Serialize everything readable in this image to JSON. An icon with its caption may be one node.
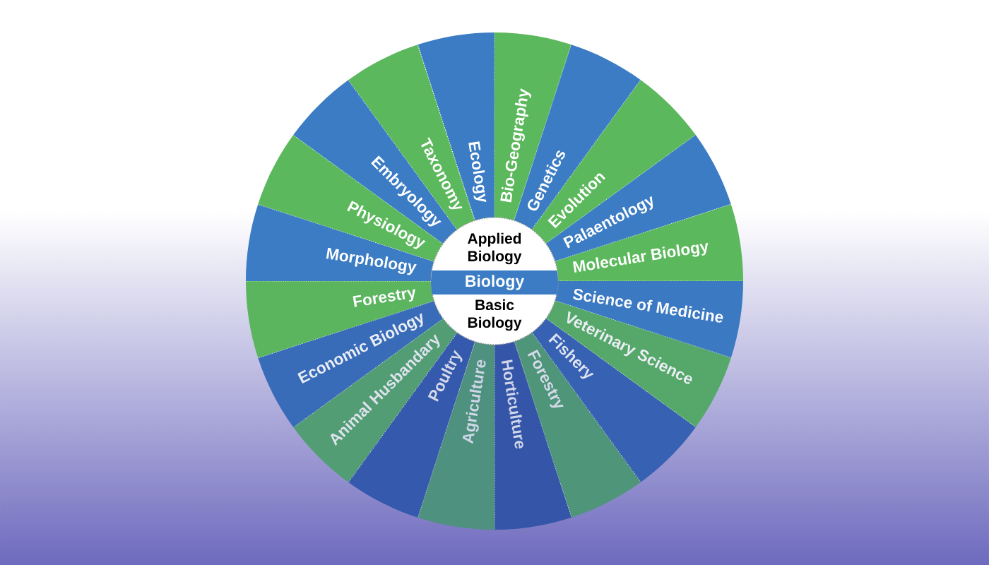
{
  "diagram": {
    "nodes": [
      {
        "text": [
          "Applied Biology",
          "Basic Biology"
        ]
      },
      {
        "text": [
          "Biology"
        ],
        "in": 0
      },
      {
        "text": [
          "Ecology"
        ]
      },
      {
        "text": [
          "Bio-Geography"
        ]
      },
      {
        "text": [
          "Genetics"
        ]
      },
      {
        "text": [
          "Evolution"
        ]
      },
      {
        "text": [
          "Palaentology"
        ]
      },
      {
        "text": [
          "Molecular Biology"
        ]
      },
      {
        "text": [
          "Science of Medicine"
        ]
      },
      {
        "text": [
          "Veterinary Science"
        ]
      },
      {
        "text": [
          "Fishery"
        ]
      },
      {
        "text": [
          "Forestry"
        ]
      },
      {
        "text": [
          "Horticulture"
        ]
      },
      {
        "text": [
          "Agriculture"
        ]
      },
      {
        "text": [
          "Poultry"
        ]
      },
      {
        "text": [
          "Animal Husbandary"
        ]
      },
      {
        "text": [
          "Economic Biology"
        ]
      },
      {
        "text": [
          "Forestry"
        ]
      },
      {
        "text": [
          "Morphology"
        ]
      },
      {
        "text": [
          "Physiology"
        ]
      },
      {
        "text": [
          "Embryology"
        ]
      },
      {
        "text": [
          "Taxonomy"
        ]
      }
    ]
  }
}
